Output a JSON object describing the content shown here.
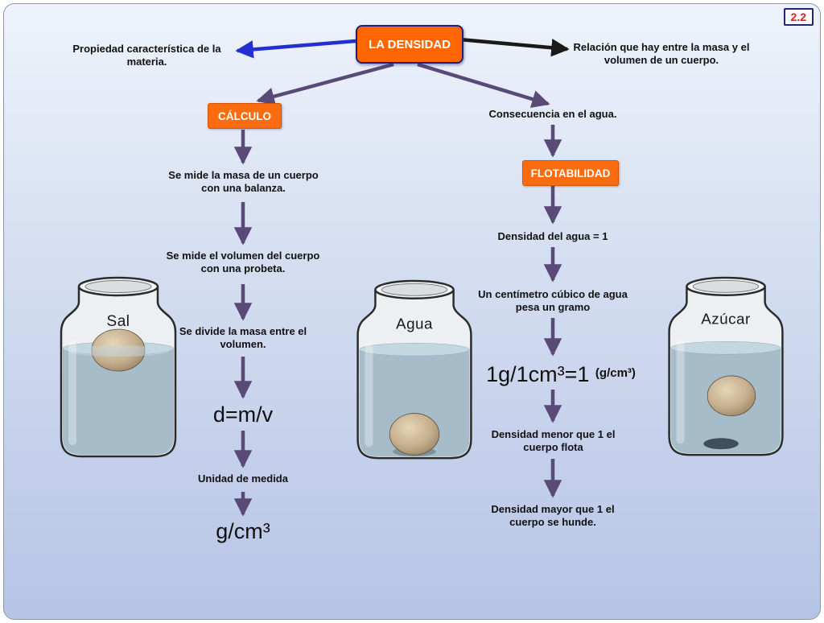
{
  "slide": {
    "page_number": "2.2",
    "title": "LA DENSIDAD",
    "left_note": "Propiedad característica de la materia.",
    "right_note": "Relación que hay entre la masa y el volumen de un cuerpo."
  },
  "calculo": {
    "label": "CÁLCULO",
    "steps": [
      "Se mide la masa de un cuerpo con una balanza.",
      "Se mide el volumen del cuerpo con una probeta.",
      "Se divide la masa entre el volumen."
    ],
    "formula": "d=m/v",
    "unit_label": "Unidad de medida",
    "unit": "g/cm³"
  },
  "flotabilidad": {
    "intro": "Consecuencia en el agua.",
    "label": "FLOTABILIDAD",
    "fact1": "Densidad del agua = 1",
    "fact2": "Un centímetro cúbico de agua pesa un gramo",
    "equation": "1g/1cm³=1",
    "equation_unit": "(g/cm³)",
    "rule_float": "Densidad menor que 1 el cuerpo flota",
    "rule_sink": "Densidad mayor que 1 el cuerpo se hunde."
  },
  "jars": [
    {
      "label": "Sal"
    },
    {
      "label": "Agua"
    },
    {
      "label": "Azúcar"
    }
  ],
  "colors": {
    "accent_orange": "#ff6600",
    "arrow_purple": "#5a4a78",
    "arrow_blue": "#2330cf",
    "arrow_black": "#1a1a1a",
    "page_number_red": "#e51c1c",
    "water": "#a7bcc9"
  }
}
